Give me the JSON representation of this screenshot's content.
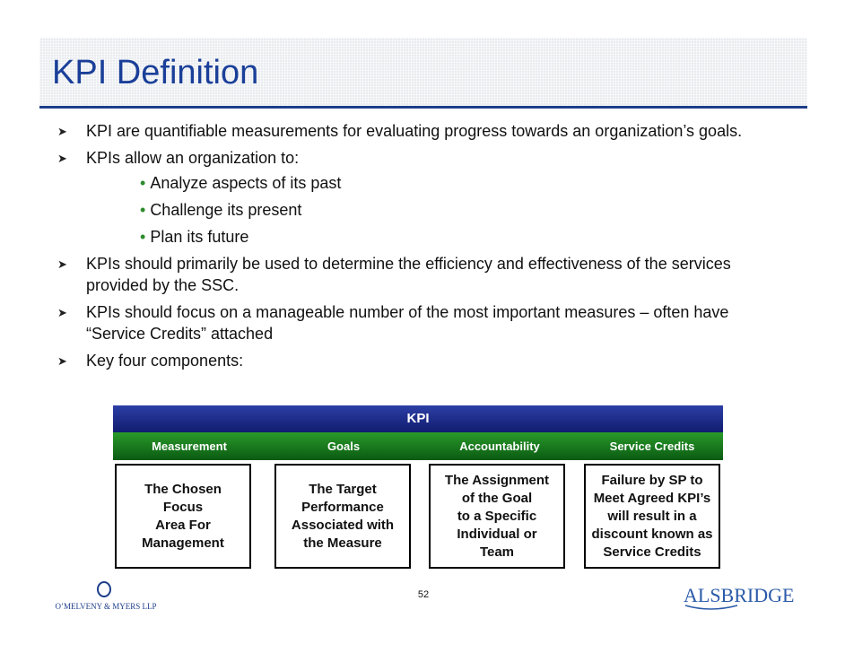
{
  "slide": {
    "title": "KPI Definition",
    "bullets": [
      {
        "text": "KPI are quantifiable measurements for evaluating progress towards an organization’s goals."
      },
      {
        "text": "KPIs allow an organization to:",
        "sub": [
          "Analyze aspects of its past",
          "Challenge its present",
          "Plan its future"
        ]
      },
      {
        "text": "KPIs should primarily be used to determine the efficiency and effectiveness of the services provided by the SSC."
      },
      {
        "text": "KPIs should focus on a manageable number of the most important measures – often have “Service Credits” attached"
      },
      {
        "text": "Key four components:"
      }
    ],
    "bullet_icon": "arrow-bullet-icon",
    "sub_bullet_char": "•",
    "diagram": {
      "header": "KPI",
      "components": [
        "Measurement",
        "Goals",
        "Accountability",
        "Service Credits"
      ],
      "boxes": [
        [
          "The Chosen",
          "Focus",
          "Area For",
          "Management"
        ],
        [
          "The Target",
          "Performance",
          "Associated with",
          "the Measure"
        ],
        [
          "The Assignment",
          "of the Goal",
          "to a Specific",
          "Individual or",
          "Team"
        ],
        [
          "Failure by SP to",
          "Meet Agreed KPI’s",
          "will result in a",
          "discount known as",
          "Service Credits"
        ]
      ]
    },
    "footer": {
      "page_number": "52",
      "left_logo_text": "O’MELVENY & MYERS LLP",
      "right_logo_text": "ALSBRIDGE"
    },
    "colors": {
      "title": "#1a3f99",
      "title_rule": "#1d3e8a",
      "kpi_bar": "#1a2a8a",
      "component_bar": "#1a7a1a",
      "sub_bullet": "#2e8b2e"
    }
  }
}
